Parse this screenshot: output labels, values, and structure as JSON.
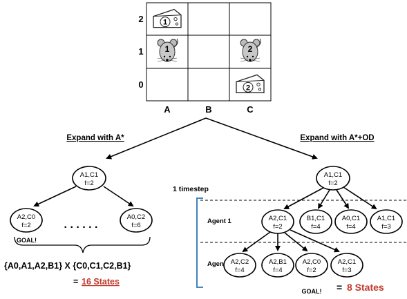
{
  "grid": {
    "row_labels": [
      "2",
      "1",
      "0"
    ],
    "col_labels": [
      "A",
      "B",
      "C"
    ],
    "items": [
      {
        "kind": "cheese",
        "number": "1",
        "col": 0,
        "row": 0
      },
      {
        "kind": "mouse",
        "number": "1",
        "col": 0,
        "row": 1
      },
      {
        "kind": "mouse",
        "number": "2",
        "col": 2,
        "row": 1
      },
      {
        "kind": "cheese",
        "number": "2",
        "col": 2,
        "row": 2
      }
    ]
  },
  "left": {
    "heading": "Expand with A*",
    "root": {
      "state": "A1,C1",
      "f": "f=2"
    },
    "children": [
      {
        "state": "A2,C0",
        "f": "f=2"
      },
      {
        "state": "A0,C2",
        "f": "f=6"
      }
    ],
    "ellipsis": ". . . . . .",
    "goal_label": "GOAL!",
    "formula": "{A0,A1,A2,B1} X {C0,C1,C2,B1}",
    "equals": "=",
    "result": "16 States"
  },
  "right": {
    "heading": "Expand with A*+OD",
    "timestep_label": "1  timestep",
    "agent1_label": "Agent 1",
    "agent2_label": "Agent 2",
    "root": {
      "state": "A1,C1",
      "f": "f=2"
    },
    "agent1_children": [
      {
        "state": "A2,C1",
        "f": "f=2"
      },
      {
        "state": "B1,C1",
        "f": "f=4"
      },
      {
        "state": "A0,C1",
        "f": "f=4"
      },
      {
        "state": "A1,C1",
        "f": "f=3"
      }
    ],
    "agent2_children": [
      {
        "state": "A2,C2",
        "f": "f=4"
      },
      {
        "state": "A2,B1",
        "f": "f=4"
      },
      {
        "state": "A2,C0",
        "f": "f=2"
      },
      {
        "state": "A2,C1",
        "f": "f=3"
      }
    ],
    "goal_label": "GOAL!",
    "equals": "=",
    "result": "8 States"
  },
  "colors": {
    "result_red": "#c0392b",
    "bracket_blue": "#2e75b6",
    "line": "#000000"
  }
}
